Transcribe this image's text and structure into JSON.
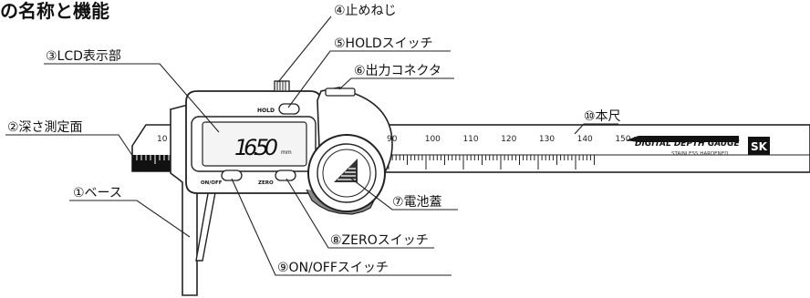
{
  "title": "の名称と機能",
  "labels": {
    "l1": "①ベース",
    "l2": "②深さ測定面",
    "l3": "③LCD表示部",
    "l4": "④止めねじ",
    "l5": "⑤HOLDスイッチ",
    "l6": "⑥出力コネクタ",
    "l7": "⑦電池蓋",
    "l8": "⑧ZEROスイッチ",
    "l9": "⑨ON/OFFスイッチ",
    "l10": "⑩本尺"
  },
  "device": {
    "lcd_value": "16.50",
    "lcd_unit": "mm",
    "hold_btn": "HOLD",
    "onoff_btn": "ON/OFF",
    "zero_btn": "ZERO",
    "scale_left_num": "10",
    "scale_numbers": [
      "90",
      "100",
      "110",
      "120",
      "130",
      "140",
      "150 mm"
    ],
    "brand_main": "DIGITAL DEPTH GAUGE",
    "brand_sub": "STAINLESS HARDENED",
    "logo": "SK"
  }
}
